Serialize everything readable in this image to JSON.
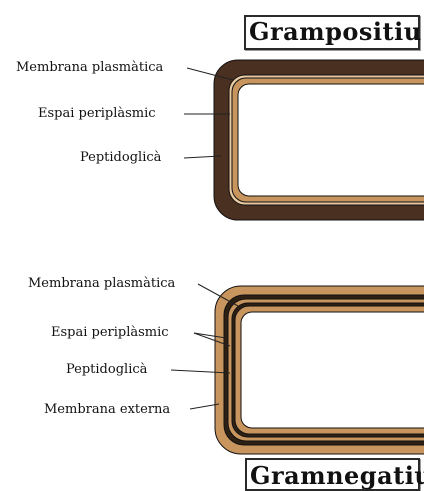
{
  "gram_positive": {
    "title": "Grampositiu",
    "labels": {
      "plasma_membrane": "Membrana plasmàtica",
      "periplasmic_space": "Espai periplàsmic",
      "peptidoglycan": "Peptidoglicà"
    },
    "colors": {
      "peptidoglycan_wall": "#4a3020",
      "membrane": "#c8955e",
      "outline": "#111111",
      "interior": "#ffffff"
    }
  },
  "gram_negative": {
    "title": "Gramnegatiu",
    "labels": {
      "plasma_membrane": "Membrana plasmàtica",
      "periplasmic_space": "Espai periplàsmic",
      "peptidoglycan": "Peptidoglicà",
      "outer_membrane": "Membrana externa"
    },
    "colors": {
      "outer_membrane": "#c8955e",
      "peptidoglycan": "#2f2014",
      "plasma_membrane": "#c8955e",
      "outline": "#111111",
      "interior": "#ffffff"
    }
  }
}
